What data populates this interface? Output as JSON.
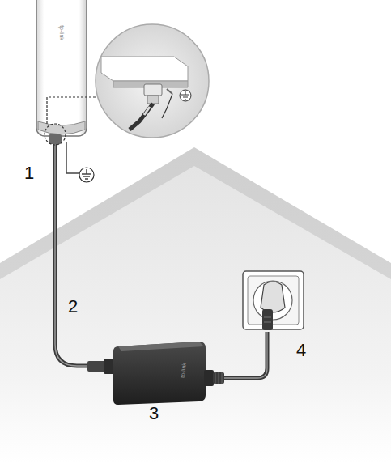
{
  "diagram": {
    "labels": [
      "tp-link",
      "1",
      "2",
      "tp-link",
      "3",
      "4"
    ]
  }
}
